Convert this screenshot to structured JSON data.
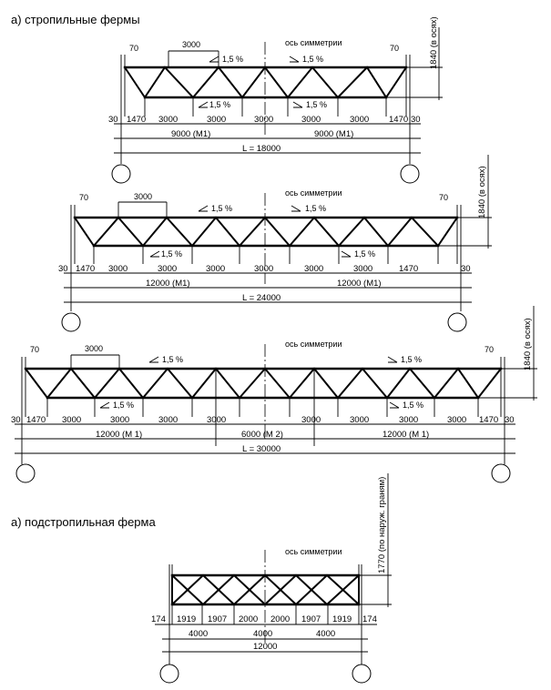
{
  "section_titles": {
    "rafter_trusses": "а) стропильные фермы",
    "sub_rafter_truss": "а) подстропильная ферма"
  },
  "common": {
    "symmetry_axis": "ось симметрии",
    "slope": "1,5 %",
    "height_in_axes": "1840 (в осях)",
    "edge_offset": "70",
    "end_gap": "30"
  },
  "truss_18": {
    "panel_label": "3000",
    "panels": [
      "1470",
      "3000",
      "3000",
      "3000",
      "3000",
      "3000",
      "1470"
    ],
    "halves": [
      "9000 (М1)",
      "9000 (М1)"
    ],
    "span": "L = 18000"
  },
  "truss_24": {
    "panel_label": "3000",
    "panels": [
      "1470",
      "3000",
      "3000",
      "3000",
      "3000",
      "3000",
      "3000",
      "1470"
    ],
    "halves": [
      "12000 (М1)",
      "12000 (М1)"
    ],
    "span": "L = 24000"
  },
  "truss_30": {
    "panel_label": "3000",
    "panels": [
      "1470",
      "3000",
      "3000",
      "3000",
      "3000",
      "3000",
      "3000",
      "3000",
      "3000",
      "1470"
    ],
    "thirds": [
      "12000 (М 1)",
      "6000 (М 2)",
      "12000 (М 1)"
    ],
    "span": "L = 30000"
  },
  "truss_sub": {
    "height": "1770 (по наруж. граням)",
    "panels": [
      "174",
      "1919",
      "1907",
      "2000",
      "2000",
      "1907",
      "1919",
      "174"
    ],
    "groups": [
      "4000",
      "4000",
      "4000"
    ],
    "span": "12000"
  }
}
